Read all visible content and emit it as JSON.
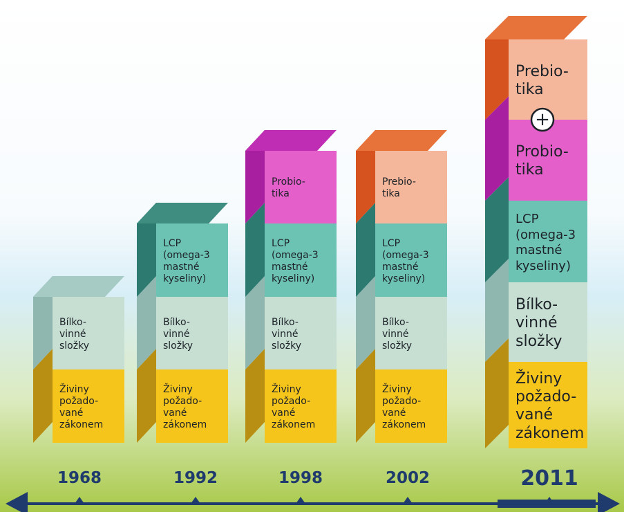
{
  "colors": {
    "food": "#f6c51c",
    "protein": "#c6dfd2",
    "lcp": "#6dc3b3",
    "probiotic": "#e45fc9",
    "prebiotic": "#f4b79b",
    "timeline": "#1f3a6c",
    "year_text": "#1f3a6c"
  },
  "columns": [
    {
      "year": "1968",
      "blocks": [
        {
          "type": "food",
          "label": "Živiny\npožado-\nvané\nzákonem"
        },
        {
          "type": "protein",
          "label": "Bílko-\nvinné\nsložky"
        }
      ]
    },
    {
      "year": "1992",
      "blocks": [
        {
          "type": "food",
          "label": "Živiny\npožado-\nvané\nzákonem"
        },
        {
          "type": "protein",
          "label": "Bílko-\nvinné\nsložky"
        },
        {
          "type": "lcp",
          "label": "LCP\n(omega-3\nmastné\nkyseliny)"
        }
      ]
    },
    {
      "year": "1998",
      "blocks": [
        {
          "type": "food",
          "label": "Živiny\npožado-\nvané\nzákonem"
        },
        {
          "type": "protein",
          "label": "Bílko-\nvinné\nsložky"
        },
        {
          "type": "lcp",
          "label": "LCP\n(omega-3\nmastné\nkyseliny)"
        },
        {
          "type": "probiotic",
          "label": "Probio-\ntika"
        }
      ]
    },
    {
      "year": "2002",
      "blocks": [
        {
          "type": "food",
          "label": "Živiny\npožado-\nvané\nzákonem"
        },
        {
          "type": "protein",
          "label": "Bílko-\nvinné\nsložky"
        },
        {
          "type": "lcp",
          "label": "LCP\n(omega-3\nmastné\nkyseliny)"
        },
        {
          "type": "prebiotic",
          "label": "Prebio-\ntika"
        }
      ]
    },
    {
      "year": "2011",
      "blocks": [
        {
          "type": "food",
          "label": "Živiny\npožado-\nvané\nzákonem"
        },
        {
          "type": "protein",
          "label": "Bílko-\nvinné\nsložky"
        },
        {
          "type": "lcp",
          "label": "LCP\n(omega-3\nmastné\nkyseliny)"
        },
        {
          "type": "probiotic",
          "label": "Probio-\ntika"
        },
        {
          "type": "prebiotic",
          "label": "Prebio-\ntika"
        }
      ],
      "plus_symbol": "+"
    }
  ]
}
